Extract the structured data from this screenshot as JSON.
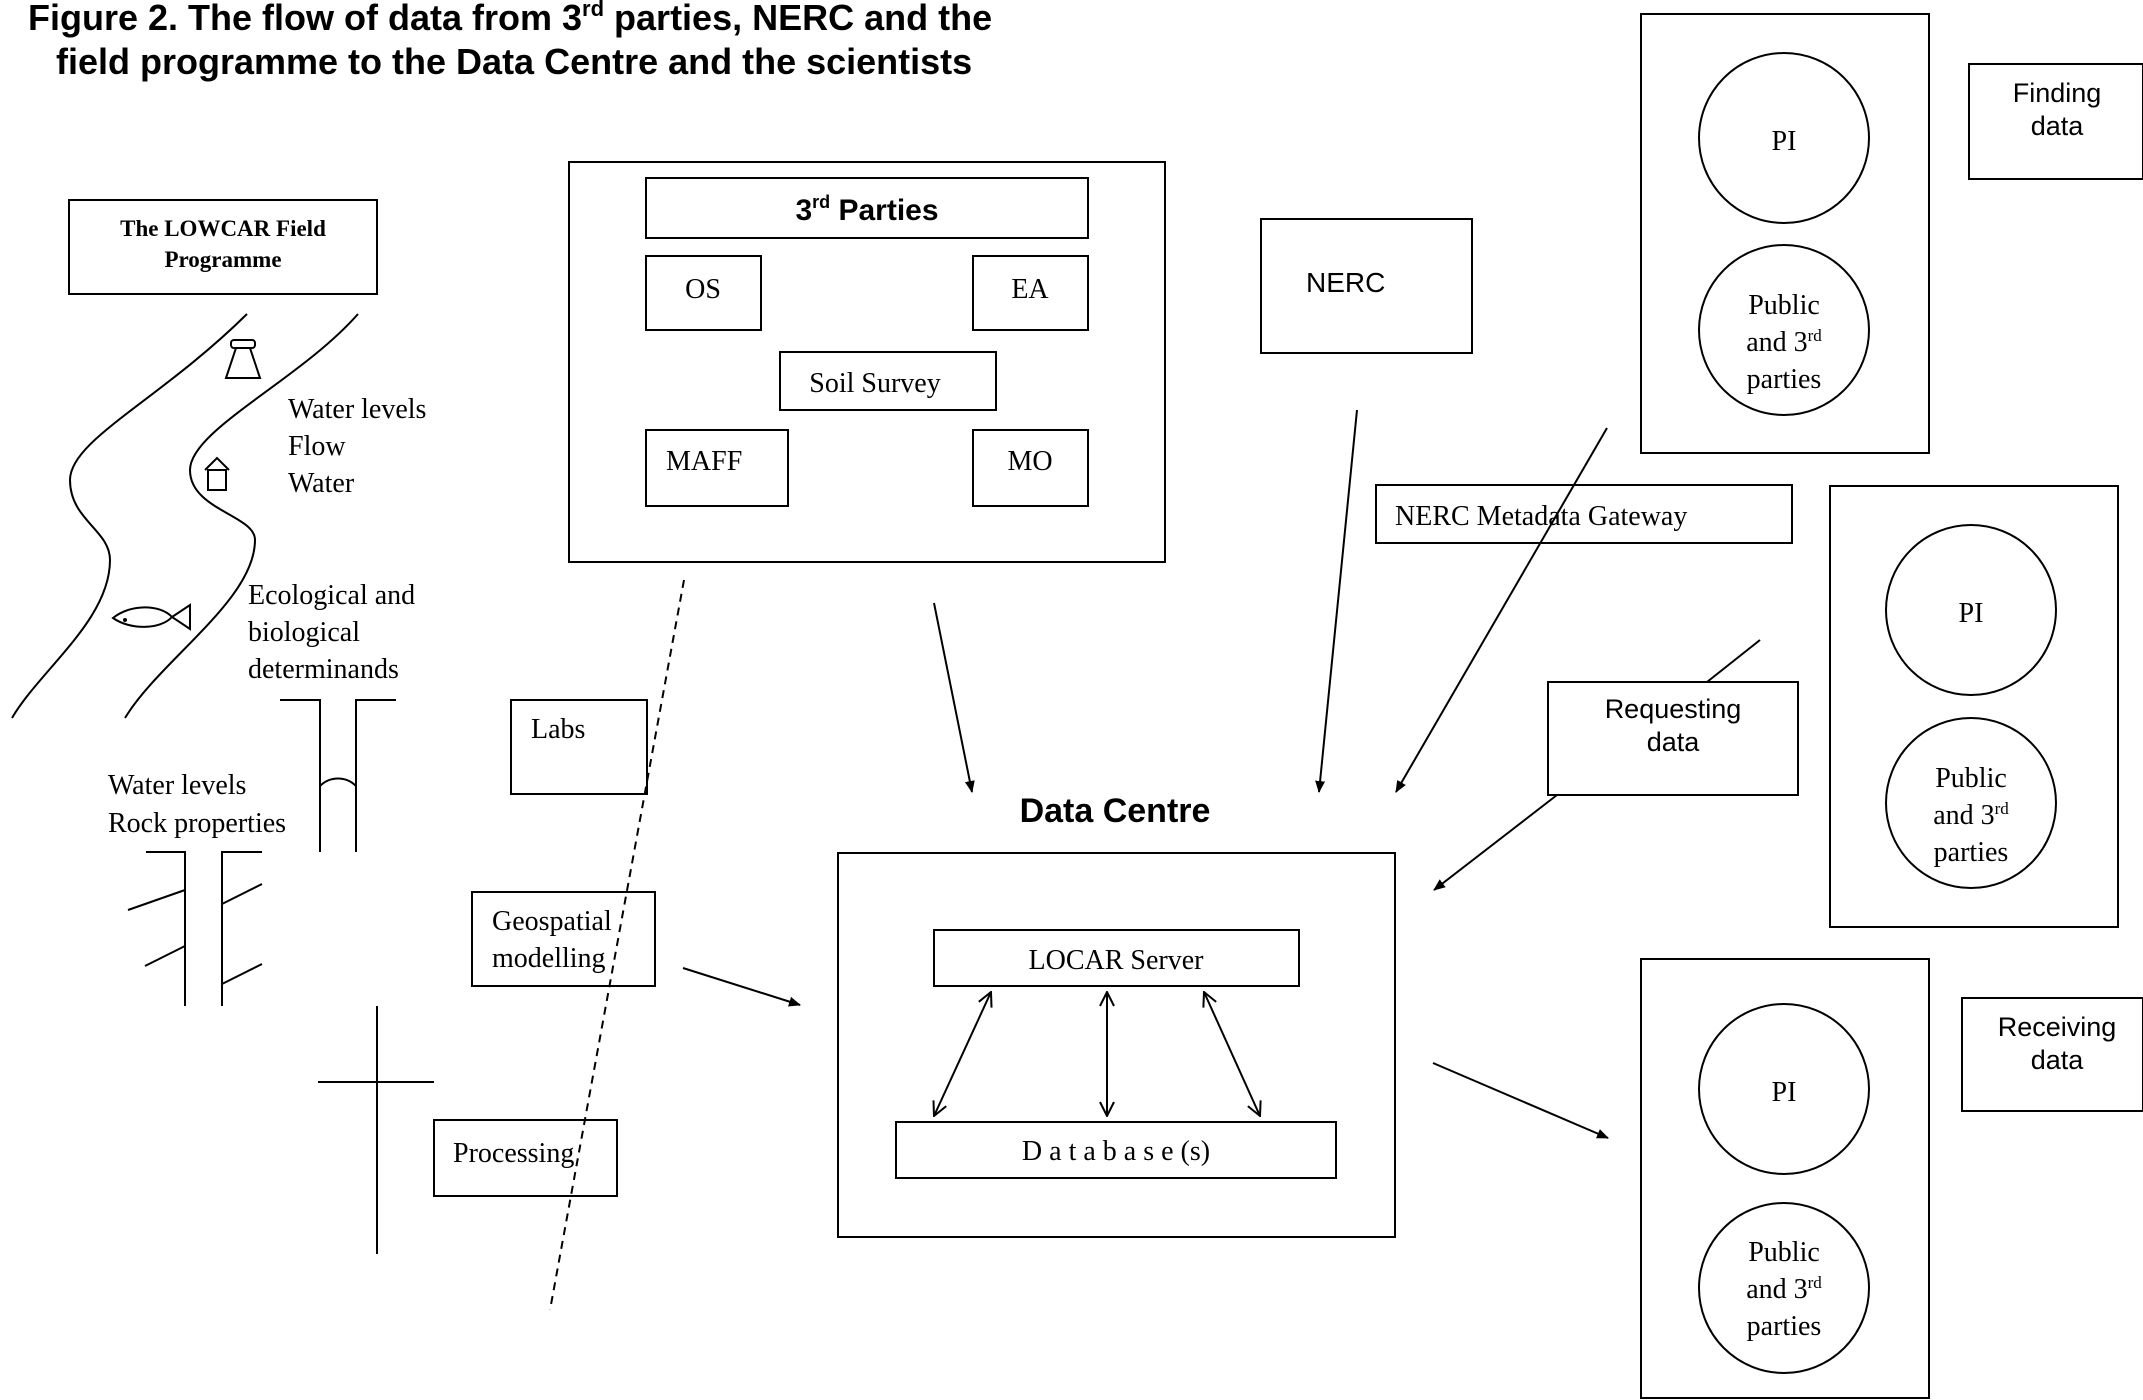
{
  "title": {
    "line1_pre": "Figure 2. The flow of data from 3",
    "line1_sup": "rd",
    "line1_post": " parties, NERC and the",
    "line2": "field programme to the Data Centre and the scientists"
  },
  "field_programme": {
    "label_line1": "The LOWCAR Field",
    "label_line2": "Programme",
    "river_labels": [
      "Water levels",
      "Flow",
      "Water"
    ],
    "ecology_labels": [
      "Ecological and",
      "biological",
      "determinands"
    ],
    "borehole_labels": [
      "Water levels",
      "Rock properties"
    ]
  },
  "processing": {
    "labs": "Labs",
    "geospatial_line1": "Geospatial",
    "geospatial_line2": "modelling",
    "processing": "Processing"
  },
  "third_parties": {
    "title_pre": "3",
    "title_sup": "rd",
    "title_post": " Parties",
    "os": "OS",
    "ea": "EA",
    "soil_survey": "Soil Survey",
    "maff": "MAFF",
    "mo": "MO"
  },
  "nerc": {
    "label": "NERC",
    "gateway": "NERC Metadata Gateway"
  },
  "data_centre": {
    "title": "Data Centre",
    "server": "LOCAR Server",
    "database": "D a t a b a s e (s)"
  },
  "scientist_groups": [
    {
      "pi": "PI",
      "public_line1": "Public",
      "public_line2_pre": "and 3",
      "public_sup": "rd",
      "public_line3": "parties",
      "action_line1": "Finding",
      "action_line2": "data"
    },
    {
      "pi": "PI",
      "public_line1": "Public",
      "public_line2_pre": "and 3",
      "public_sup": "rd",
      "public_line3": "parties",
      "action_line1": "Requesting",
      "action_line2": "data"
    },
    {
      "pi": "PI",
      "public_line1": "Public",
      "public_line2_pre": "and 3",
      "public_sup": "rd",
      "public_line3": "parties",
      "action_line1": "Receiving",
      "action_line2": "data"
    }
  ]
}
